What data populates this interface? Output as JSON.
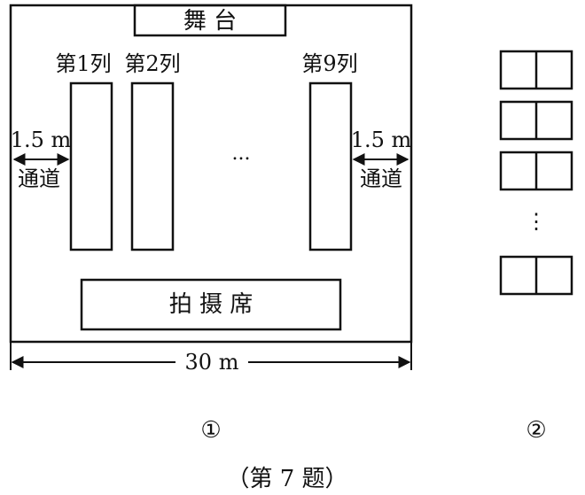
{
  "figure": {
    "stage_label": "舞 台",
    "column_labels": {
      "first": "第1列",
      "second": "第2列",
      "ninth": "第9列"
    },
    "ellipsis": "...",
    "aisle": {
      "left_width": "1.5 m",
      "left_label": "通道",
      "right_width": "1.5 m",
      "right_label": "通道"
    },
    "photo_area_label": "拍 摄 席",
    "total_width": "30 m",
    "vertical_ellipsis": "⋮",
    "sub_labels": {
      "one": "①",
      "two": "②"
    },
    "caption": "（第 7 题）"
  },
  "colors": {
    "ink": "#111111",
    "background": "#ffffff"
  }
}
